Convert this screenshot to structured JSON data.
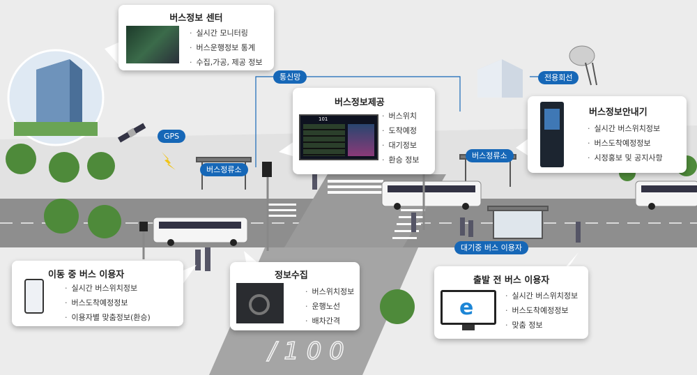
{
  "center": {
    "title": "버스정보 센터",
    "items": [
      "실시간 모니터링",
      "버스운행정보 통계",
      "수집,가공, 제공 정보"
    ]
  },
  "provide": {
    "title": "버스정보제공",
    "items": [
      "버스위치",
      "도착예정",
      "대기정보",
      "환승 정보"
    ],
    "bis_route": "101"
  },
  "guide": {
    "title": "버스정보안내기",
    "items": [
      "실시간 버스위치정보",
      "버스도착예정정보",
      "시정홍보 및 공지사항"
    ]
  },
  "moving": {
    "title": "이동 중 버스 이용자",
    "items": [
      "실시간 버스위치정보",
      "버스도착예정정보",
      "이용자별 맞춤정보(환승)"
    ]
  },
  "collect": {
    "title": "정보수집",
    "items": [
      "버스위치정보",
      "운행노선",
      "배차간격"
    ]
  },
  "before": {
    "title": "출발 전 버스 이용자",
    "items": [
      "실시간 버스위치정보",
      "버스도착예정정보",
      "맞춤 정보"
    ]
  },
  "tags": {
    "comm": "통신망",
    "dedicated": "전용회선",
    "gps": "GPS",
    "stop1": "버스정류소",
    "stop2": "버스정류소",
    "waiting": "대기중 버스 이용자"
  },
  "colors": {
    "accent": "#1667b7",
    "road": "#8c8c8c",
    "ground": "#d6d6d6"
  }
}
